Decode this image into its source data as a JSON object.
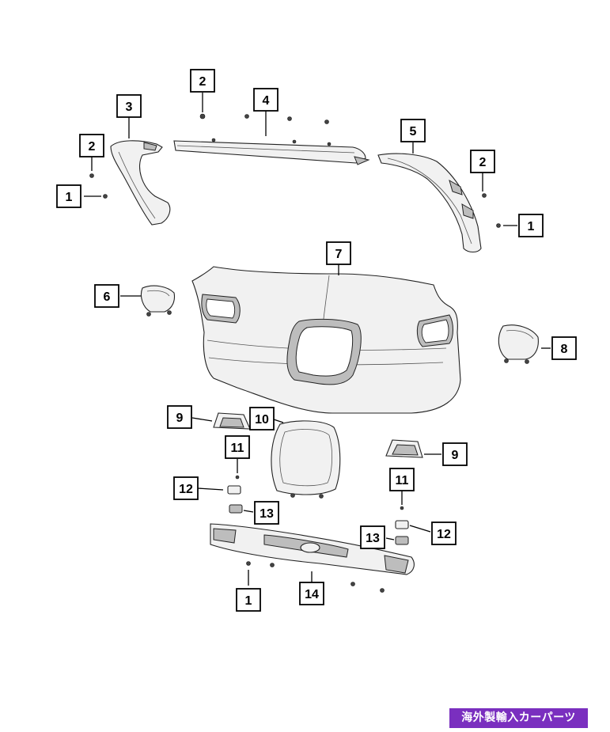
{
  "diagram": {
    "callouts": [
      {
        "id": "c1a",
        "label": "1"
      },
      {
        "id": "c2a",
        "label": "2"
      },
      {
        "id": "c2b",
        "label": "2"
      },
      {
        "id": "c3",
        "label": "3"
      },
      {
        "id": "c4",
        "label": "4"
      },
      {
        "id": "c5",
        "label": "5"
      },
      {
        "id": "c2c",
        "label": "2"
      },
      {
        "id": "c1b",
        "label": "1"
      },
      {
        "id": "c7",
        "label": "7"
      },
      {
        "id": "c6",
        "label": "6"
      },
      {
        "id": "c8",
        "label": "8"
      },
      {
        "id": "c9a",
        "label": "9"
      },
      {
        "id": "c10",
        "label": "10"
      },
      {
        "id": "c11a",
        "label": "11"
      },
      {
        "id": "c9b",
        "label": "9"
      },
      {
        "id": "c12a",
        "label": "12"
      },
      {
        "id": "c13a",
        "label": "13"
      },
      {
        "id": "c11b",
        "label": "11"
      },
      {
        "id": "c13b",
        "label": "13"
      },
      {
        "id": "c12b",
        "label": "12"
      },
      {
        "id": "c1c",
        "label": "1"
      },
      {
        "id": "c14",
        "label": "14"
      }
    ]
  },
  "watermark": {
    "text": "海外製輸入カーパーツ",
    "color": "#7a2fbf"
  }
}
